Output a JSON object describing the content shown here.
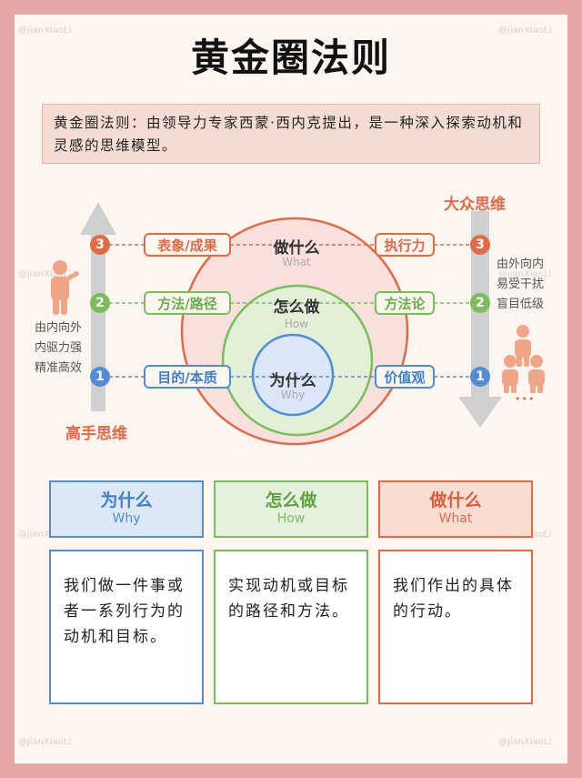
{
  "title": "黄金圈法则",
  "intro": "黄金圈法则：由领导力专家西蒙·西内克提出，是一种深入探索动机和灵感的思维模型。",
  "watermark": "@jianXiaoLi",
  "left": {
    "label": "高手思维",
    "desc": [
      "由内向外",
      "内驱力强",
      "精准高效"
    ]
  },
  "right": {
    "label": "大众思维",
    "desc": [
      "由外向内",
      "易受干扰",
      "盲目低级"
    ]
  },
  "ellipsis": "•••",
  "circles": [
    {
      "cn": "做什么",
      "en": "What",
      "color": "#e06b48"
    },
    {
      "cn": "怎么做",
      "en": "How",
      "color": "#7bbd5d"
    },
    {
      "cn": "为什么",
      "en": "Why",
      "color": "#4f8ed6"
    }
  ],
  "levels": [
    {
      "num": "3",
      "left_tag": "表象/成果",
      "right_tag": "执行力"
    },
    {
      "num": "2",
      "left_tag": "方法/路径",
      "right_tag": "方法论"
    },
    {
      "num": "1",
      "left_tag": "目的/本质",
      "right_tag": "价值观"
    }
  ],
  "cards": [
    {
      "cn": "为什么",
      "en": "Why",
      "text": "我们做一件事或者一系列行为的动机和目标。",
      "color": "#4f8ed6",
      "bg": "#dce8f6"
    },
    {
      "cn": "怎么做",
      "en": "How",
      "text": "实现动机或目标的路径和方法。",
      "color": "#7bbd5d",
      "bg": "#e4f1dc"
    },
    {
      "cn": "做什么",
      "en": "What",
      "text": "我们作出的具体的行动。",
      "color": "#e06b48",
      "bg": "#f9ddd3"
    }
  ]
}
